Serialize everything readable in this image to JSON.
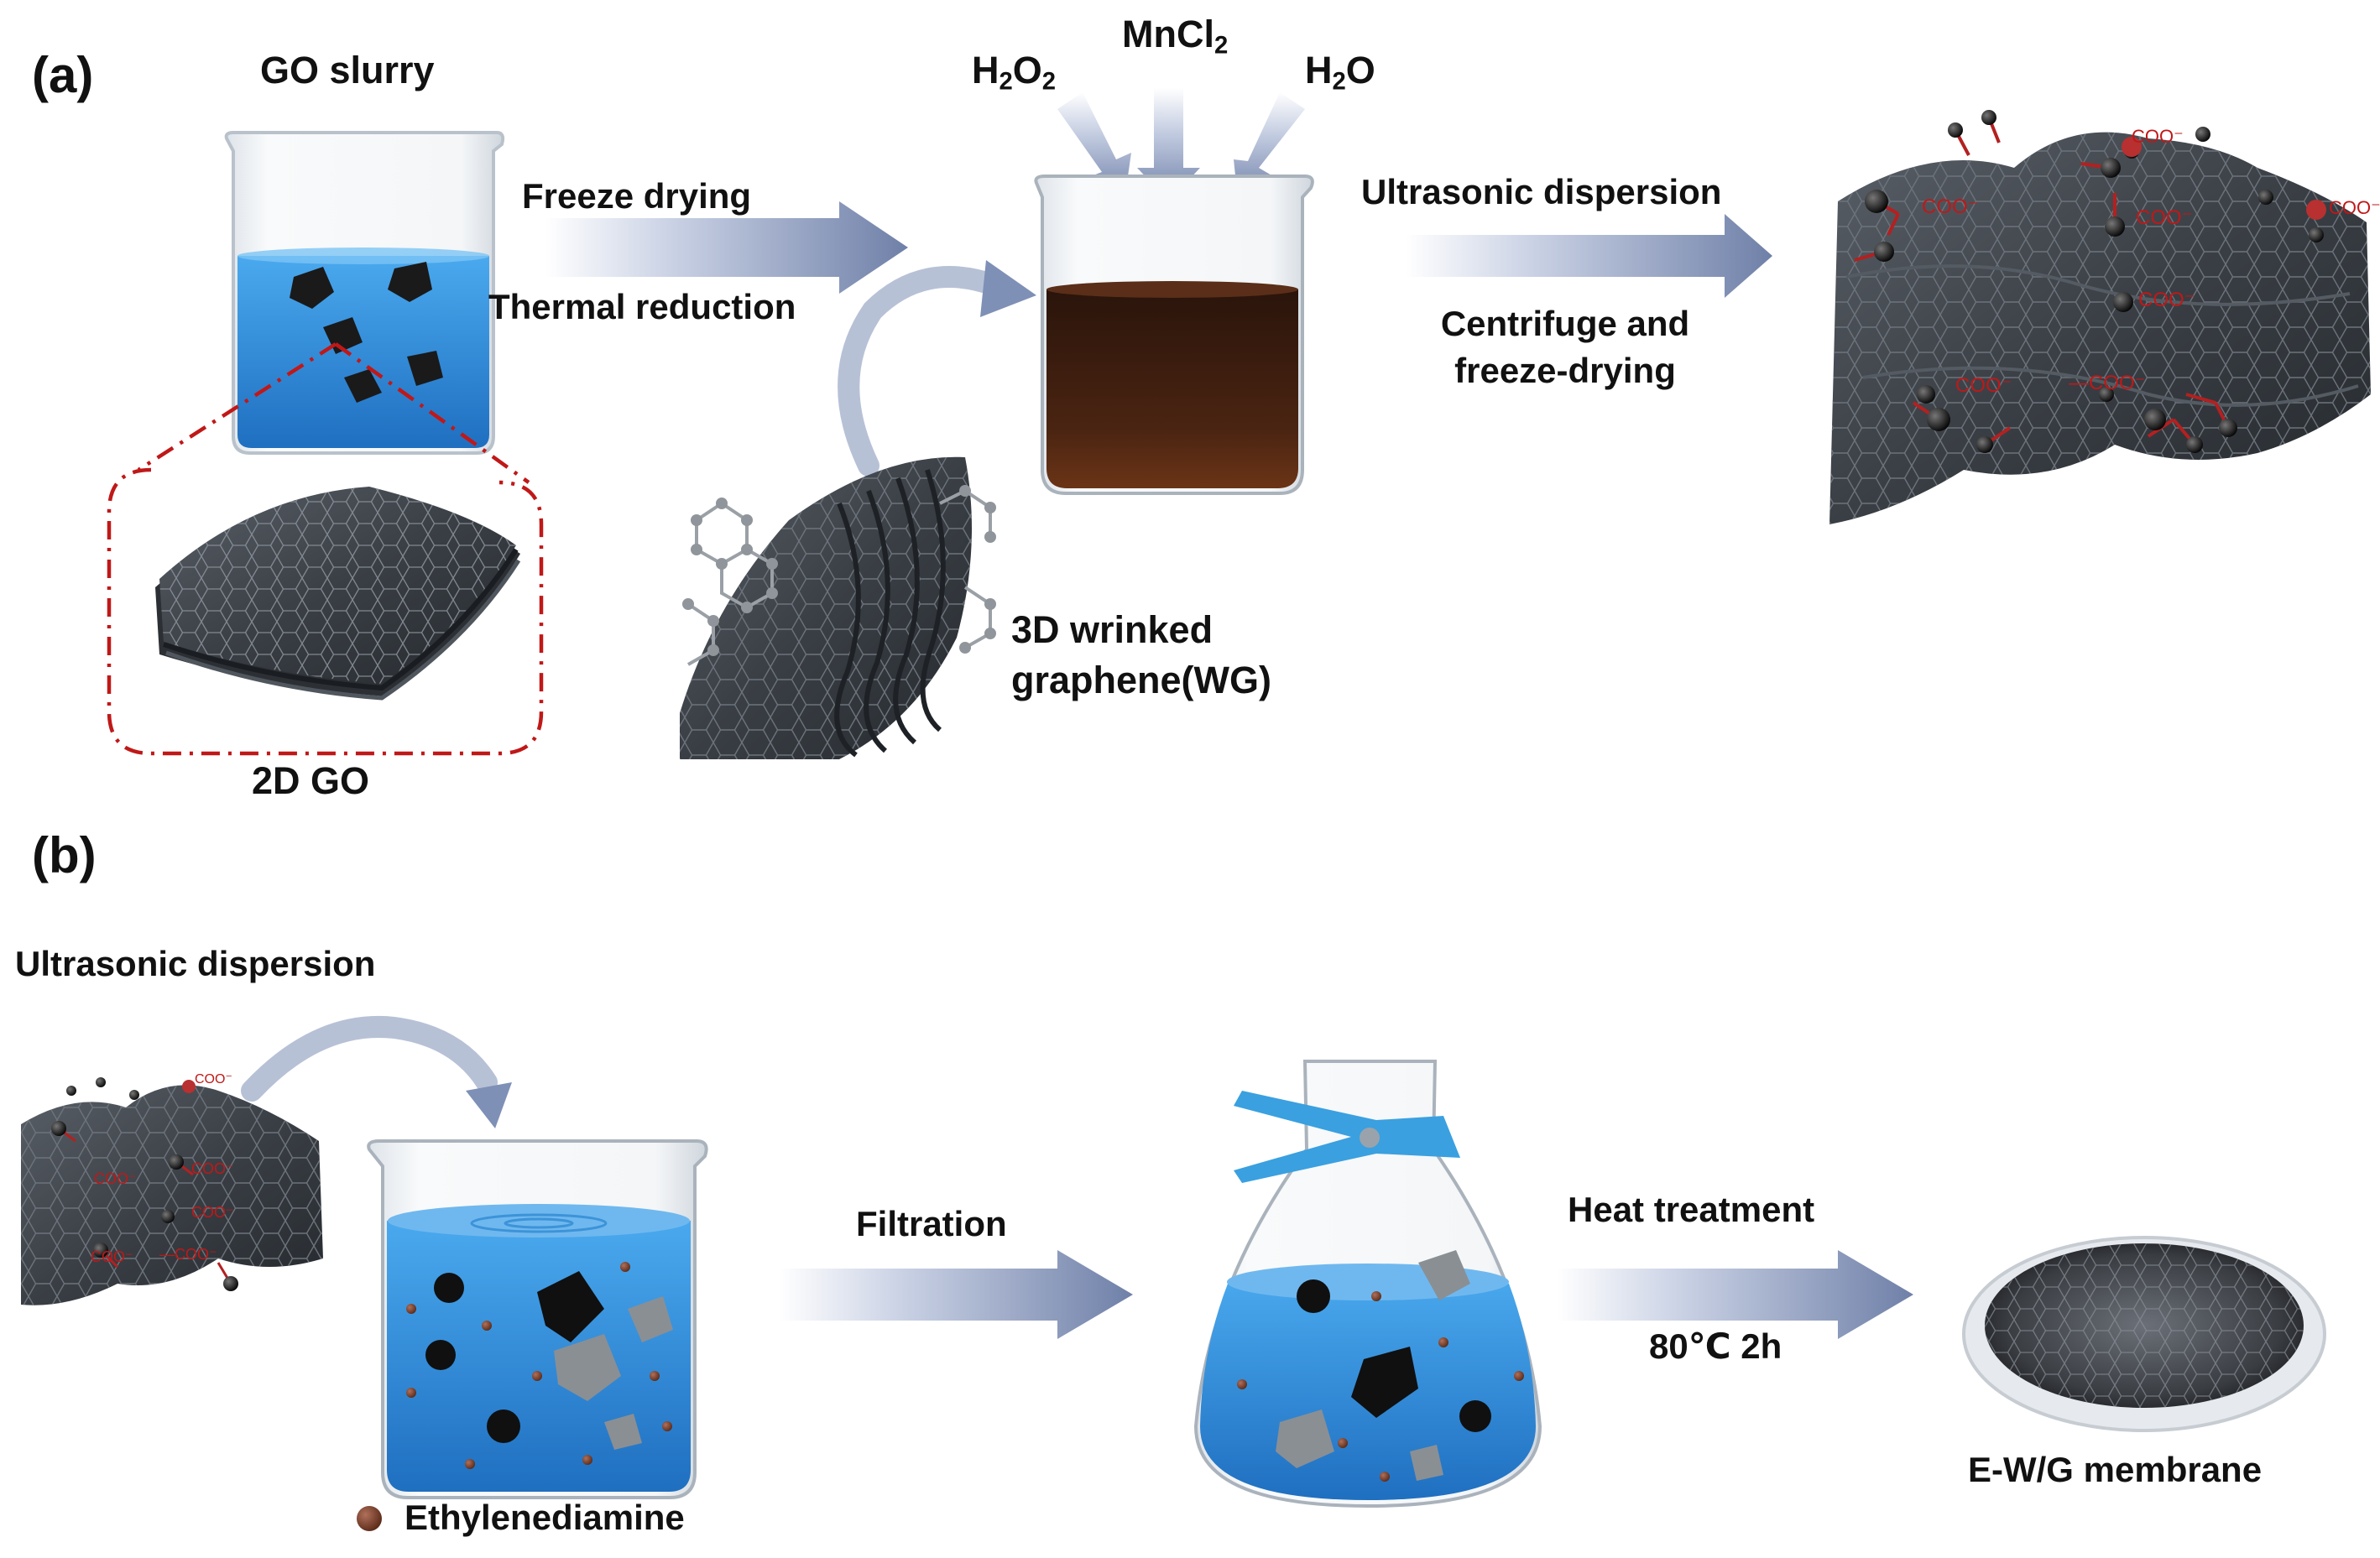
{
  "panels": {
    "a": "(a)",
    "b": "(b)"
  },
  "a": {
    "go_slurry": "GO slurry",
    "two_d_go": "2D GO",
    "freeze_drying": "Freeze drying",
    "thermal_reduction": "Thermal reduction",
    "reagents": {
      "h2o2_base": "H",
      "h2o2_sub1": "2",
      "h2o2_mid": "O",
      "h2o2_sub2": "2",
      "mncl2_base": "MnCl",
      "mncl2_sub": "2",
      "h2o_base": "H",
      "h2o_sub": "2",
      "h2o_end": "O"
    },
    "wg_line1": "3D wrinked",
    "wg_line2": "graphene(WG)",
    "ultrasonic": "Ultrasonic dispersion",
    "centrifuge_line1": "Centrifuge and",
    "centrifuge_line2": "freeze-drying",
    "coo_label": "COO⁻",
    "coo_dash_label": "—COO⁻"
  },
  "b": {
    "ultrasonic": "Ultrasonic  dispersion",
    "ethylenediamine": "Ethylenediamine",
    "filtration": "Filtration",
    "heat_treatment": "Heat treatment",
    "heat_conditions": "80℃ 2h",
    "membrane": "E-W/G membrane"
  },
  "colors": {
    "arrow": "#6f80a8",
    "red_dash": "#c01818",
    "sheet": "#3a3f45",
    "liquid_blue": "#2f8fd8",
    "brown_liquid": "#3a1d10",
    "clamp": "#3aa0e0"
  }
}
